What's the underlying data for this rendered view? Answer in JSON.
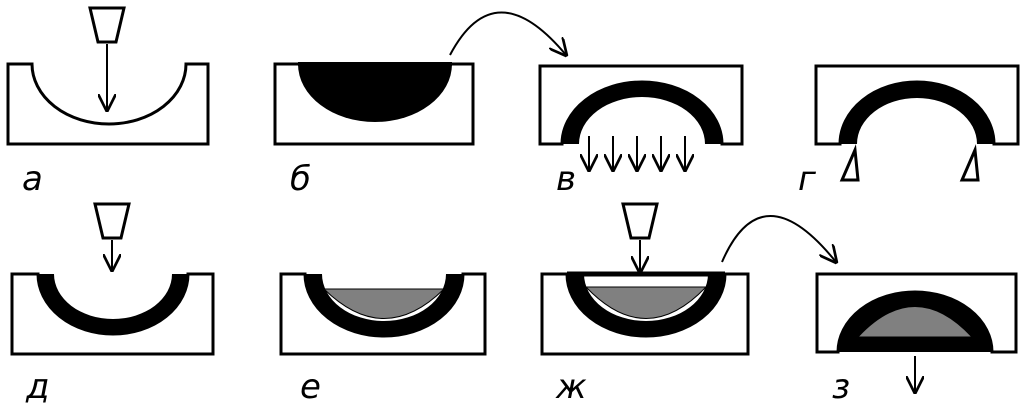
{
  "diagram": {
    "colors": {
      "stroke": "#000000",
      "fill_black": "#000000",
      "fill_gray": "#808080",
      "background": "#ffffff"
    },
    "panels": [
      {
        "id": "a",
        "label": "а"
      },
      {
        "id": "b",
        "label": "б"
      },
      {
        "id": "v",
        "label": "в"
      },
      {
        "id": "g",
        "label": "г"
      },
      {
        "id": "d",
        "label": "д"
      },
      {
        "id": "e",
        "label": "е"
      },
      {
        "id": "zh",
        "label": "ж"
      },
      {
        "id": "z",
        "label": "з"
      }
    ]
  }
}
